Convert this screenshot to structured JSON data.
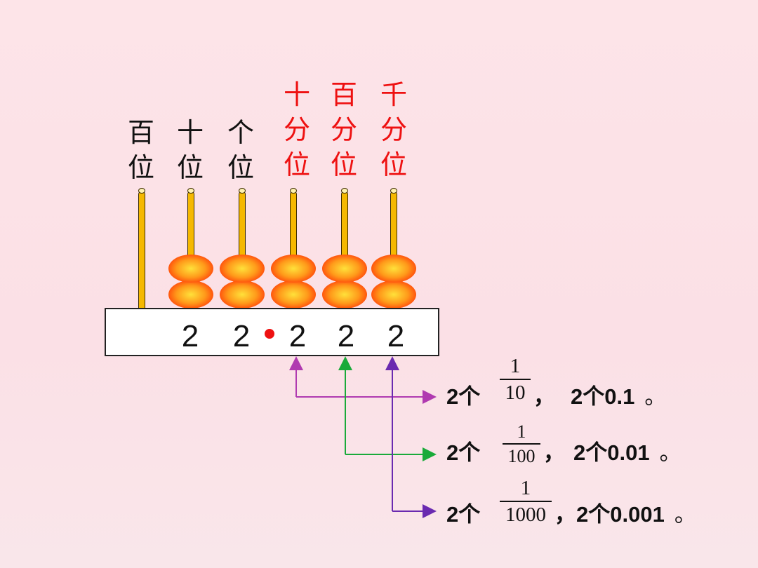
{
  "places": [
    {
      "chars": [
        "百",
        "位"
      ],
      "color": "#111111"
    },
    {
      "chars": [
        "十",
        "位"
      ],
      "color": "#111111"
    },
    {
      "chars": [
        "个",
        "位"
      ],
      "color": "#111111"
    },
    {
      "chars": [
        "十",
        "分",
        "位"
      ],
      "color": "#ee1111"
    },
    {
      "chars": [
        "百",
        "分",
        "位"
      ],
      "color": "#ee1111"
    },
    {
      "chars": [
        "千",
        "分",
        "位"
      ],
      "color": "#ee1111"
    }
  ],
  "digits": [
    "2",
    "2",
    "2",
    "2",
    "2"
  ],
  "beads_per_rod": [
    0,
    2,
    2,
    2,
    2,
    2
  ],
  "explanations": [
    {
      "prefix": "2个",
      "num": "1",
      "den": "10",
      "sep": "，",
      "value": "2个0.1",
      "end": "。",
      "color": "#b03ab0"
    },
    {
      "prefix": "2个",
      "num": "1",
      "den": "100",
      "sep": "，",
      "value": "2个0.01",
      "end": "。",
      "color": "#1aaa3a"
    },
    {
      "prefix": "2个",
      "num": "1",
      "den": "1000",
      "sep": "，",
      "value": "2个0.001",
      "end": "。",
      "color": "#6a2ab0"
    }
  ]
}
